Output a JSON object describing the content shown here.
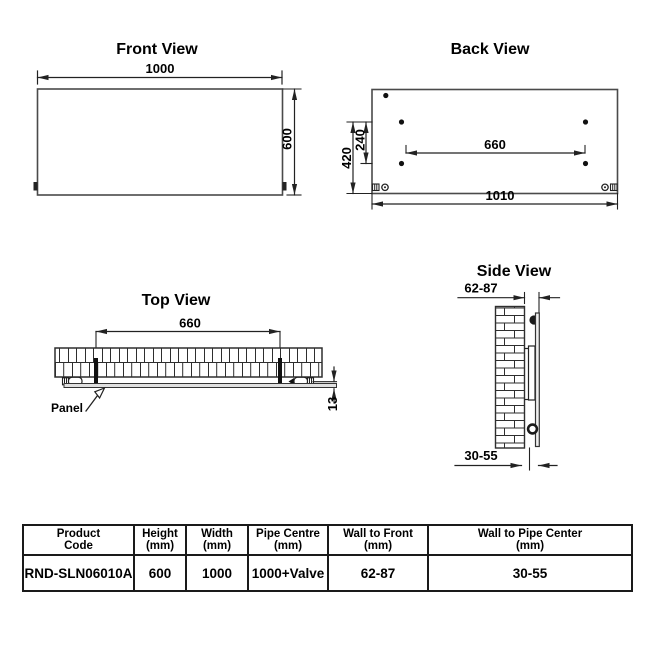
{
  "drawing": {
    "front": {
      "title": "Front View",
      "width_label": "1000",
      "height_label": "600"
    },
    "back": {
      "title": "Back View",
      "height_bracket_label": "420",
      "bracket_offset_label": "240",
      "bracket_span_label": "660",
      "overall_width_label": "1010"
    },
    "top": {
      "title": "Top View",
      "bracket_span_label": "660",
      "panel_thickness_label": "13",
      "panel_label": "Panel"
    },
    "side": {
      "title": "Side View",
      "wall_to_front_label": "62-87",
      "wall_to_pipe_label": "30-55"
    }
  },
  "table": {
    "headers": [
      {
        "line1": "Product",
        "line2": "Code"
      },
      {
        "line1": "Height",
        "line2": "(mm)"
      },
      {
        "line1": "Width",
        "line2": "(mm)"
      },
      {
        "line1": "Pipe Centre",
        "line2": "(mm)"
      },
      {
        "line1": "Wall to Front",
        "line2": "(mm)"
      },
      {
        "line1": "Wall to Pipe Center",
        "line2": "(mm)"
      }
    ],
    "row": [
      "RND-SLN06010A",
      "600",
      "1000",
      "1000+Valve",
      "62-87",
      "30-55"
    ]
  },
  "colors": {
    "line": "#2f2f2f",
    "text": "#000000",
    "background": "#ffffff"
  }
}
